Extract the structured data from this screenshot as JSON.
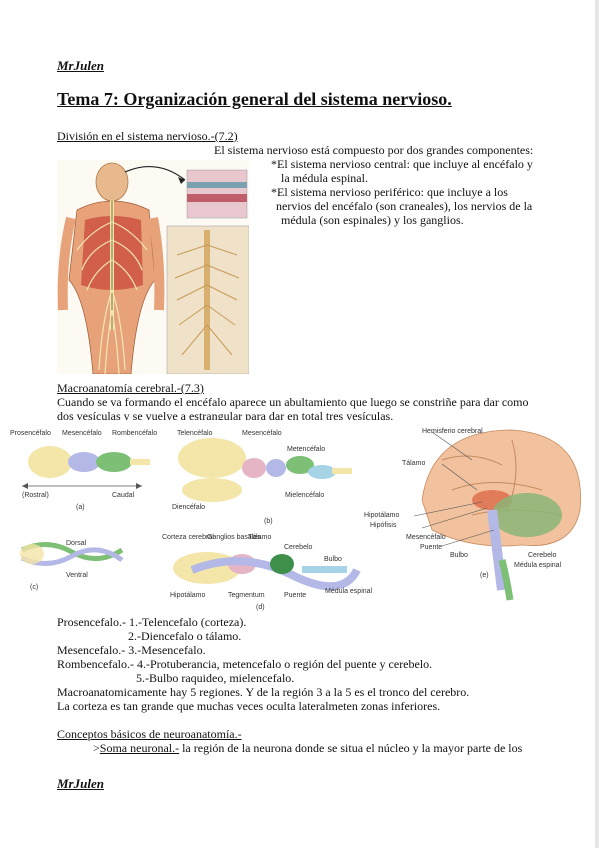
{
  "header": {
    "author": "MrJulen"
  },
  "title": "Tema 7: Organización general del sistema nervioso.",
  "sections": {
    "division": {
      "heading": "División en el sistema nervioso.-(7.2)",
      "intro": "El sistema nervioso está compuesto por dos grandes componentes:",
      "central_1": "*El sistema nervioso central: que incluye al encéfalo y",
      "central_2": "la médula espinal.",
      "peripheral_1": "*El sistema nervioso periférico: que incluye a los",
      "peripheral_2": "nervios del encéfalo (son craneales), los nervios de la",
      "peripheral_3": "médula (son espinales) y los ganglios."
    },
    "macro": {
      "heading": "Macroanatomía cerebral.-(7.3)",
      "p1": "Cuando se va formando el encéfalo aparece un abultamiento que luego se constriñe para dar como",
      "p2": "dos vesículas y se vuelve a estrangular para dar en total tres vesículas."
    },
    "list": {
      "l1": "Prosencefalo.- 1.-Telencefalo (corteza).",
      "l2": "2.-Diencefalo o tálamo.",
      "l3": "Mesencefalo.- 3.-Mesencefalo.",
      "l4": "Rombencefalo.- 4.-Protuberancia, metencefalo o región del puente y cerebelo.",
      "l5": "5.-Bulbo raquideo, mielencefalo.",
      "l6": "Macroanatomicamente hay 5 regiones. Y de la región 3 a la 5 es el tronco del cerebro.",
      "l7": "La corteza es tan grande que muchas veces oculta lateralmeten zonas inferiores."
    },
    "conceptos": {
      "heading": "Conceptos básicos de neuroanatomía.-",
      "prefix": ">",
      "term": "Soma neuronal.-",
      "text": " la región de la neurona donde se situa el núcleo y la mayor parte de los"
    }
  },
  "footer": {
    "author": "MrJulen"
  },
  "figure_labels": {
    "a": [
      "Prosencéfalo",
      "Mesencéfalo",
      "Rombencéfalo",
      "(Rostral)",
      "Caudal",
      "(a)"
    ],
    "b": [
      "Telencéfalo",
      "Mesencéfalo",
      "Metencéfalo",
      "Mielencéfalo",
      "Diencéfalo",
      "(b)"
    ],
    "c": [
      "Dorsal",
      "Ventral",
      "(c)"
    ],
    "d": [
      "Corteza cerebral",
      "Ganglios basales",
      "Tálamo",
      "Cerebelo",
      "Bulbo",
      "Hipotálamo",
      "Tegmentum",
      "Puente",
      "Médula espinal",
      "(d)"
    ],
    "e": [
      "Hemisferio cerebral",
      "Tálamo",
      "Hipotálamo",
      "Hipófisis",
      "Mesencéfalo",
      "Puente",
      "Bulbo",
      "Cerebelo",
      "Médula espinal",
      "(e)"
    ]
  }
}
